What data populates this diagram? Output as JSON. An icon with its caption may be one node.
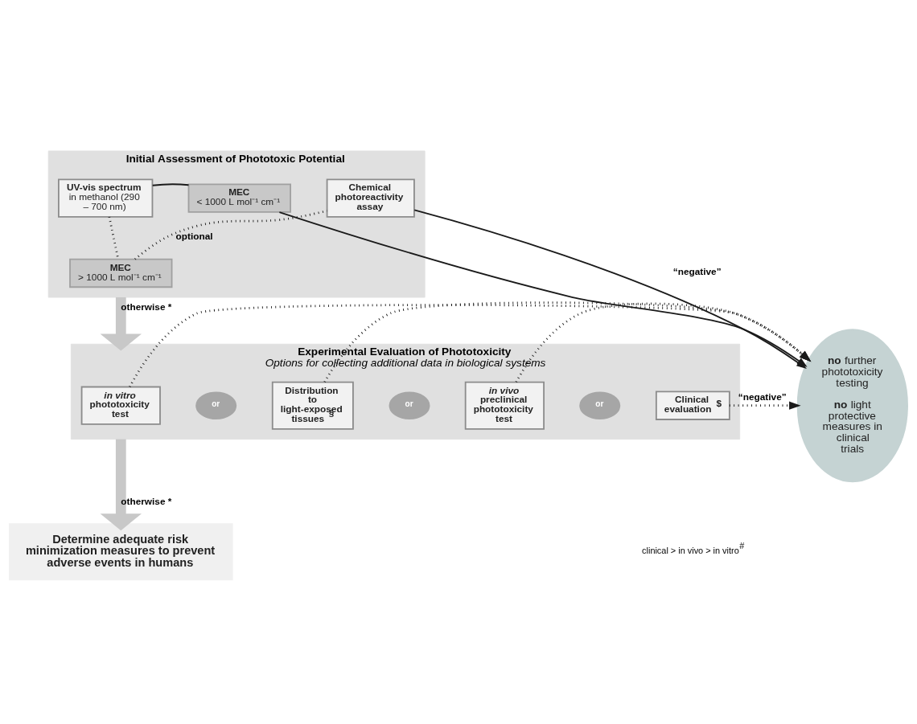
{
  "diagram": {
    "nodes": [
      {
        "text": [
          "Initial Assessment of Phototoxic Potential"
        ]
      },
      {
        "text": [
          "UV-vis spectrum",
          "in methanol (290 – 700 nm)"
        ],
        "in": 0
      },
      {
        "text": [
          "MEC",
          "< 1000 L mol⁻¹ cm⁻¹"
        ],
        "in": 0
      },
      {
        "text": [
          "MEC",
          "> 1000 L mol⁻¹ cm⁻¹"
        ],
        "in": 0
      },
      {
        "text": [
          "Chemical photoreactivity assay"
        ],
        "in": 0
      },
      {
        "text": [
          "**no** further phototoxicity testing",
          "**no** light protective measures in clinical trials"
        ]
      },
      {
        "text": [
          "Experimental Evaluation of Phototoxicity",
          "Options for collecting additional data in biological systems"
        ]
      },
      {
        "text": [
          "*in vitro* phototoxicity test"
        ],
        "in": 6
      },
      {
        "text": [
          "or"
        ],
        "in": 6
      },
      {
        "text": [
          "Distribution to light-exposed tissues $^{§}$"
        ],
        "in": 6
      },
      {
        "text": [
          "or"
        ],
        "in": 6
      },
      {
        "text": [
          "*in vivo* preclinical phototoxicity test"
        ],
        "in": 6
      },
      {
        "text": [
          "or"
        ],
        "in": 6
      },
      {
        "text": [
          "Clinical evaluation $^{$}$"
        ],
        "in": 6
      },
      {
        "text": [
          "Determine adequate risk minimization measures to prevent adverse events in humans"
        ]
      }
    ],
    "edges": [
      {
        "from": 1,
        "to": 2,
        "arrow": "none"
      },
      {
        "from": 2,
        "to": 5,
        "arrow": "to"
      },
      {
        "from": 1,
        "to": 3,
        "arrow": "none",
        "style": "dashed"
      },
      {
        "from": 3,
        "to": 4,
        "arrow": "none",
        "style": "dashed",
        "label": "optional"
      },
      {
        "from": 4,
        "to": 5,
        "arrow": "to",
        "label": "“negative”"
      },
      {
        "from": 7,
        "to": 5,
        "arrow": "to",
        "style": "dashed"
      },
      {
        "from": 9,
        "to": 5,
        "arrow": "to",
        "style": "dashed"
      },
      {
        "from": 11,
        "to": 5,
        "arrow": "to",
        "style": "dashed"
      },
      {
        "from": 13,
        "to": 5,
        "arrow": "to",
        "style": "dashed",
        "label": "“negative”"
      },
      {
        "from": 0,
        "to": 6,
        "arrow": "to",
        "style": "thick",
        "label": "otherwise *",
        "color": "#c8c8c8"
      },
      {
        "from": 6,
        "to": 14,
        "arrow": "to",
        "style": "thick",
        "label": "otherwise *",
        "color": "#c8c8c8"
      }
    ],
    "labels": [
      "clinical > in vivo > in vitro$^{#}$"
    ]
  }
}
